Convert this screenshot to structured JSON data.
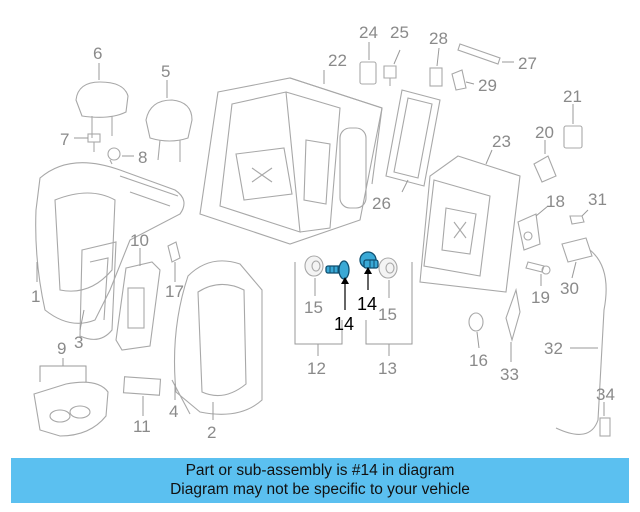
{
  "diagram": {
    "callouts": [
      "1",
      "2",
      "3",
      "4",
      "5",
      "6",
      "7",
      "8",
      "9",
      "10",
      "11",
      "12",
      "13",
      "14",
      "14",
      "15",
      "15",
      "16",
      "17",
      "18",
      "19",
      "20",
      "21",
      "22",
      "23",
      "24",
      "25",
      "26",
      "27",
      "28",
      "29",
      "30",
      "31",
      "32",
      "33",
      "34"
    ],
    "highlighted_part": "14"
  },
  "footer": {
    "line1": "Part or sub-assembly is #14 in diagram",
    "line2": "Diagram may not be specific to your vehicle"
  },
  "colors": {
    "banner": "#5bc0f0",
    "highlight_part": "#3aa9d6",
    "line_art": "#a8a8a8",
    "callout_text": "#8a8a8a"
  }
}
